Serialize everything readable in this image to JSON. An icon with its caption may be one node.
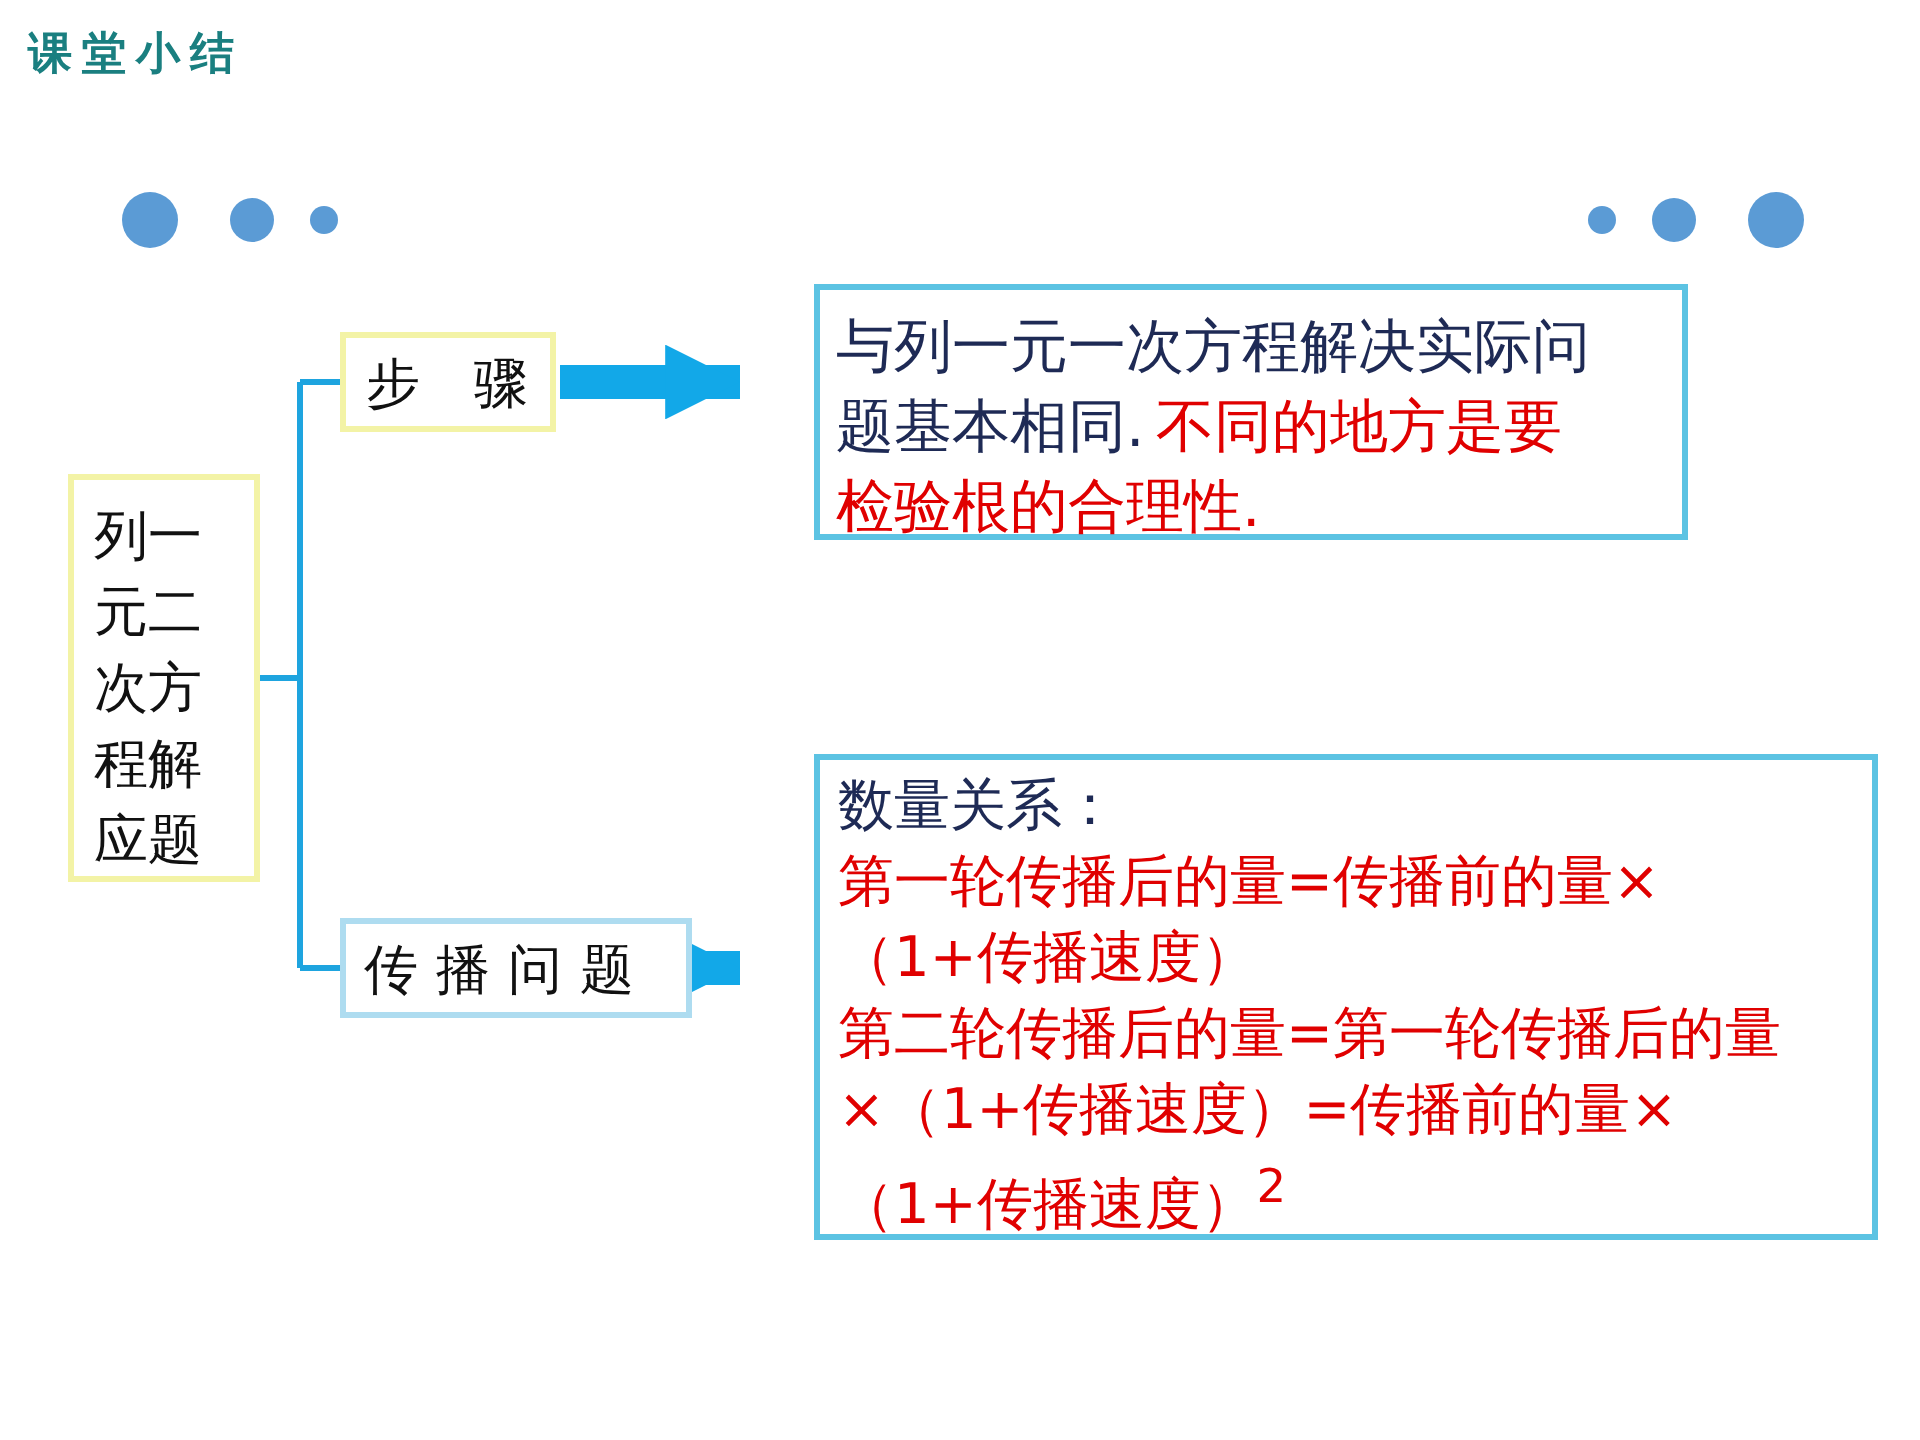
{
  "diagram": {
    "title": "课堂小结",
    "nodes": [
      {
        "text": [
          "列一元二次方程解应题"
        ]
      },
      {
        "text": [
          "步　骤"
        ]
      },
      {
        "text": [
          "传播问题"
        ]
      },
      {
        "text": [
          "与列一元一次方程解决实际问题基本相同.",
          "不同的地方是要检验根的合理性."
        ]
      },
      {
        "text": [
          "数量关系：",
          "第一轮传播后的量=传播前的量×（1+传播速度）",
          "第二轮传播后的量=第一轮传播后的量×（1+传播速度）=传播前的量×（1+传播速度）$^{2}$"
        ]
      }
    ],
    "edges": [
      {
        "from": 0,
        "to": 1,
        "arrow": "none"
      },
      {
        "from": 0,
        "to": 2,
        "arrow": "none"
      },
      {
        "from": 1,
        "to": 3,
        "arrow": "to",
        "style": "thick"
      },
      {
        "from": 2,
        "to": 4,
        "arrow": "to",
        "style": "thick"
      }
    ]
  }
}
